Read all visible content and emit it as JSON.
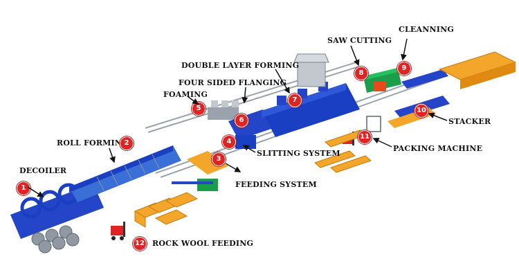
{
  "colors": {
    "machine_blue": "#1b3fc2",
    "badge_red": "#e02424",
    "product_orange": "#f4a62a",
    "cabin_green": "#1a9e4a",
    "rail_gray": "#9aa3ad"
  },
  "stations": [
    {
      "num": "1",
      "label": "DECOILER"
    },
    {
      "num": "2",
      "label": "ROLL FORMING"
    },
    {
      "num": "3",
      "label": "FEEDING SYSTEM"
    },
    {
      "num": "4",
      "label": "SLITTING SYSTEM"
    },
    {
      "num": "5",
      "label": "FOAMING"
    },
    {
      "num": "6",
      "label": "FOUR SIDED FLANGING"
    },
    {
      "num": "7",
      "label": "DOUBLE LAYER FORMING"
    },
    {
      "num": "8",
      "label": "SAW CUTTING"
    },
    {
      "num": "9",
      "label": "CLEANNING"
    },
    {
      "num": "10",
      "label": "STACKER"
    },
    {
      "num": "11",
      "label": "PACKING MACHINE"
    },
    {
      "num": "12",
      "label": "ROCK WOOL FEEDING"
    }
  ]
}
